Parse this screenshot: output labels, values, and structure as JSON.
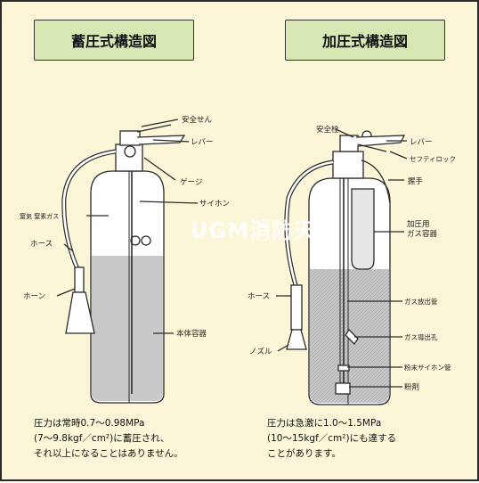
{
  "left": {
    "title": "蓄圧式構造図",
    "labels": {
      "safety_pin": "安全せん",
      "lever": "レバー",
      "gauge": "ゲージ",
      "siphon": "サイホン",
      "gas": "窒気 窒素ガス",
      "hose": "ホース",
      "horn": "ホーン",
      "body": "本体容器"
    },
    "caption": [
      "圧力は常時0.7〜0.98MPa",
      "(7〜9.8kgf／cm²)に蓄圧され、",
      "それ以上になることはありません。"
    ]
  },
  "right": {
    "title": "加圧式構造図",
    "labels": {
      "safety_pin": "安全栓",
      "lever": "レバー",
      "safety_lock": "セフティロック",
      "handle": "握手",
      "gas_cylinder": "加圧用\nガス容器",
      "hose": "ホース",
      "gas_tube": "ガス放出管",
      "nozzle": "ノズル",
      "gas_outlet": "ガス導出孔",
      "powder_siphon": "粉末サイホン管",
      "powder": "粉剤"
    },
    "caption": [
      "圧力は急激に1.0〜1.5MPa",
      "(10〜15kgf／cm²)にも達する",
      "ことがあります。"
    ]
  },
  "watermark": "UGM消防天坛",
  "colors": {
    "background": "#fbf6d7",
    "title_box": "#d7e8b4",
    "powder": "#c8c8c8",
    "line": "#2a2a2a"
  }
}
